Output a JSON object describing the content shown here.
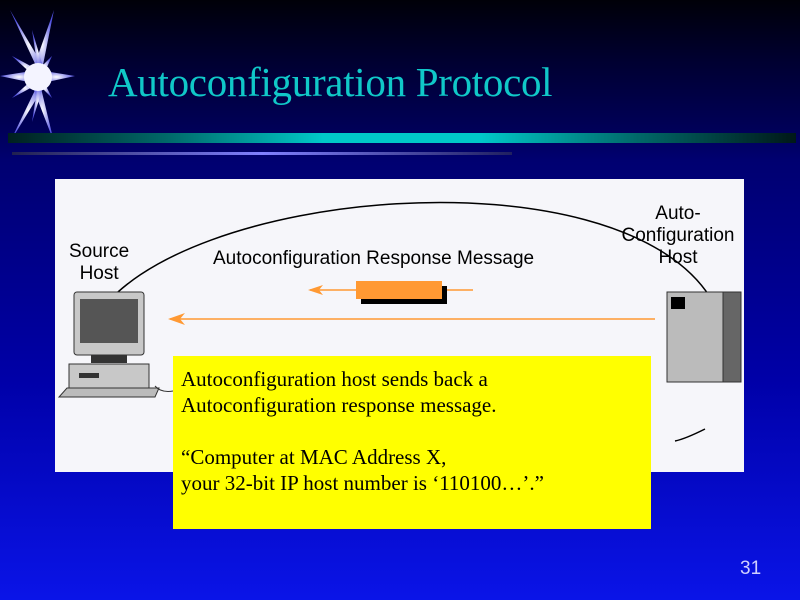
{
  "slide": {
    "title": "Autoconfiguration Protocol",
    "page_number": "31",
    "diagram": {
      "source_label_1": "Source",
      "source_label_2": "Host",
      "server_label_1": "Auto-",
      "server_label_2": "Configuration",
      "server_label_3": "Host",
      "message_label": "Autoconfiguration Response Message"
    },
    "note": {
      "line1": "Autoconfiguration host sends back a",
      "line2": "Autoconfiguration response message.",
      "line3": "“Computer at MAC Address X,",
      "line4": "your 32-bit IP host number is ‘110100…’.”"
    },
    "colors": {
      "title": "#10c8c8",
      "note_bg": "#ffff00",
      "arrow": "#ff9933"
    }
  }
}
